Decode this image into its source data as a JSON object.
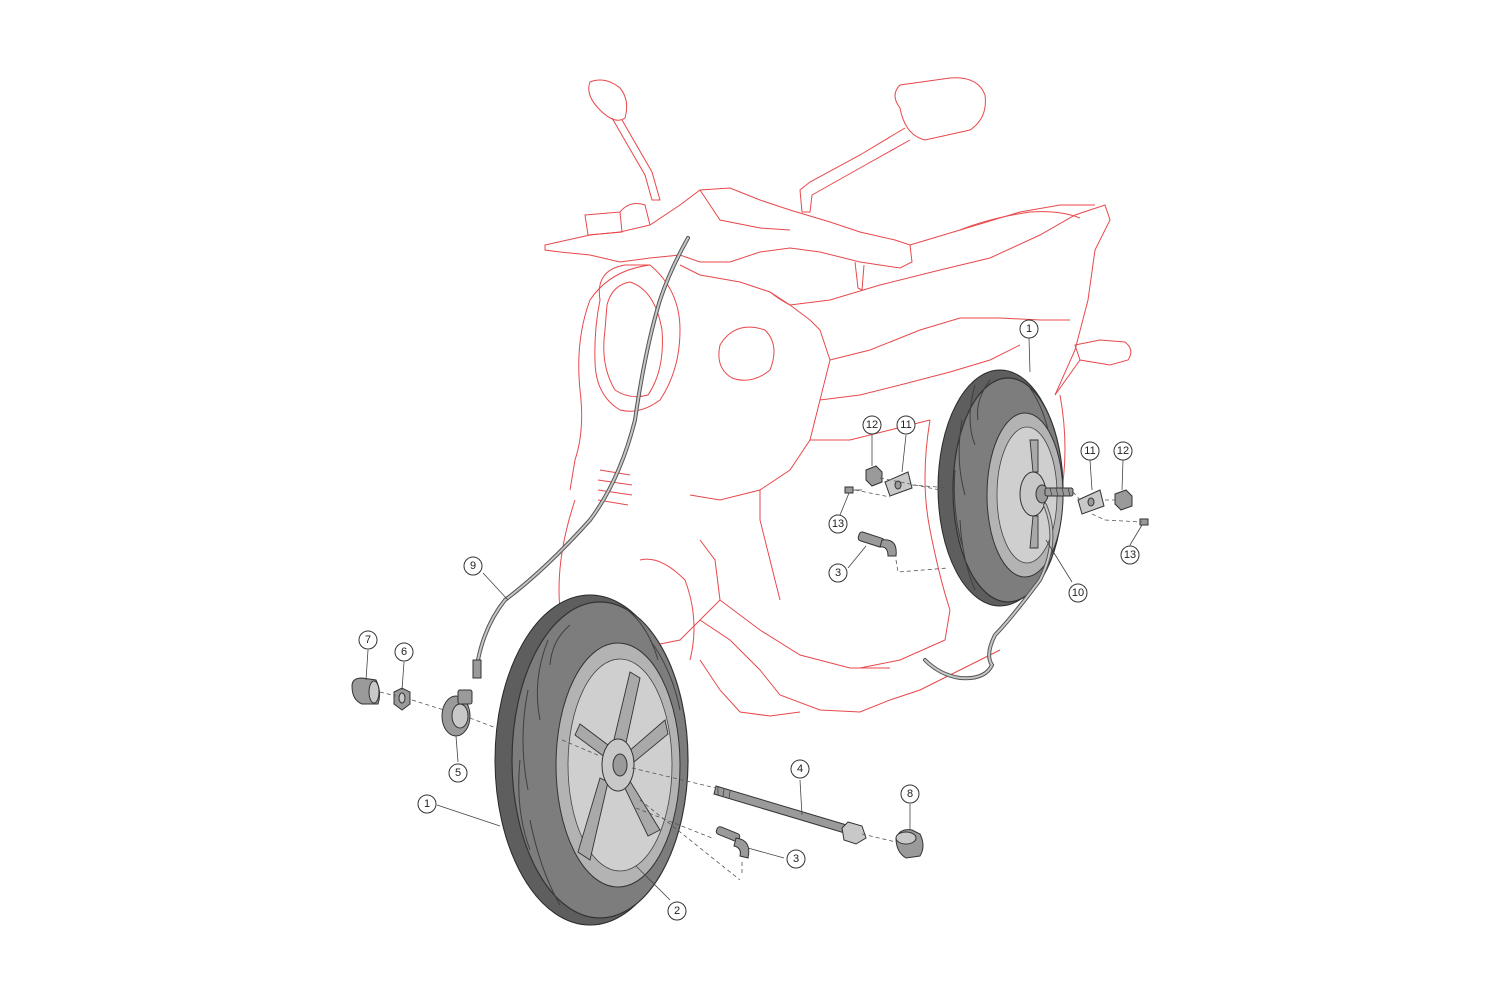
{
  "diagram": {
    "callouts": [
      {
        "id": "c1-rear",
        "label": "1"
      },
      {
        "id": "c12-left",
        "label": "12"
      },
      {
        "id": "c11-left",
        "label": "11"
      },
      {
        "id": "c11-right",
        "label": "11"
      },
      {
        "id": "c12-right",
        "label": "12"
      },
      {
        "id": "c13-left",
        "label": "13"
      },
      {
        "id": "c13-right",
        "label": "13"
      },
      {
        "id": "c3-rear",
        "label": "3"
      },
      {
        "id": "c10",
        "label": "10"
      },
      {
        "id": "c9",
        "label": "9"
      },
      {
        "id": "c7",
        "label": "7"
      },
      {
        "id": "c6",
        "label": "6"
      },
      {
        "id": "c5",
        "label": "5"
      },
      {
        "id": "c4",
        "label": "4"
      },
      {
        "id": "c8",
        "label": "8"
      },
      {
        "id": "c1-front",
        "label": "1"
      },
      {
        "id": "c3-front",
        "label": "3"
      },
      {
        "id": "c2",
        "label": "2"
      }
    ],
    "colors": {
      "scooter_outline": "#e8484b",
      "parts": "#9a9a9a",
      "tire": "#7d7d7d"
    }
  }
}
